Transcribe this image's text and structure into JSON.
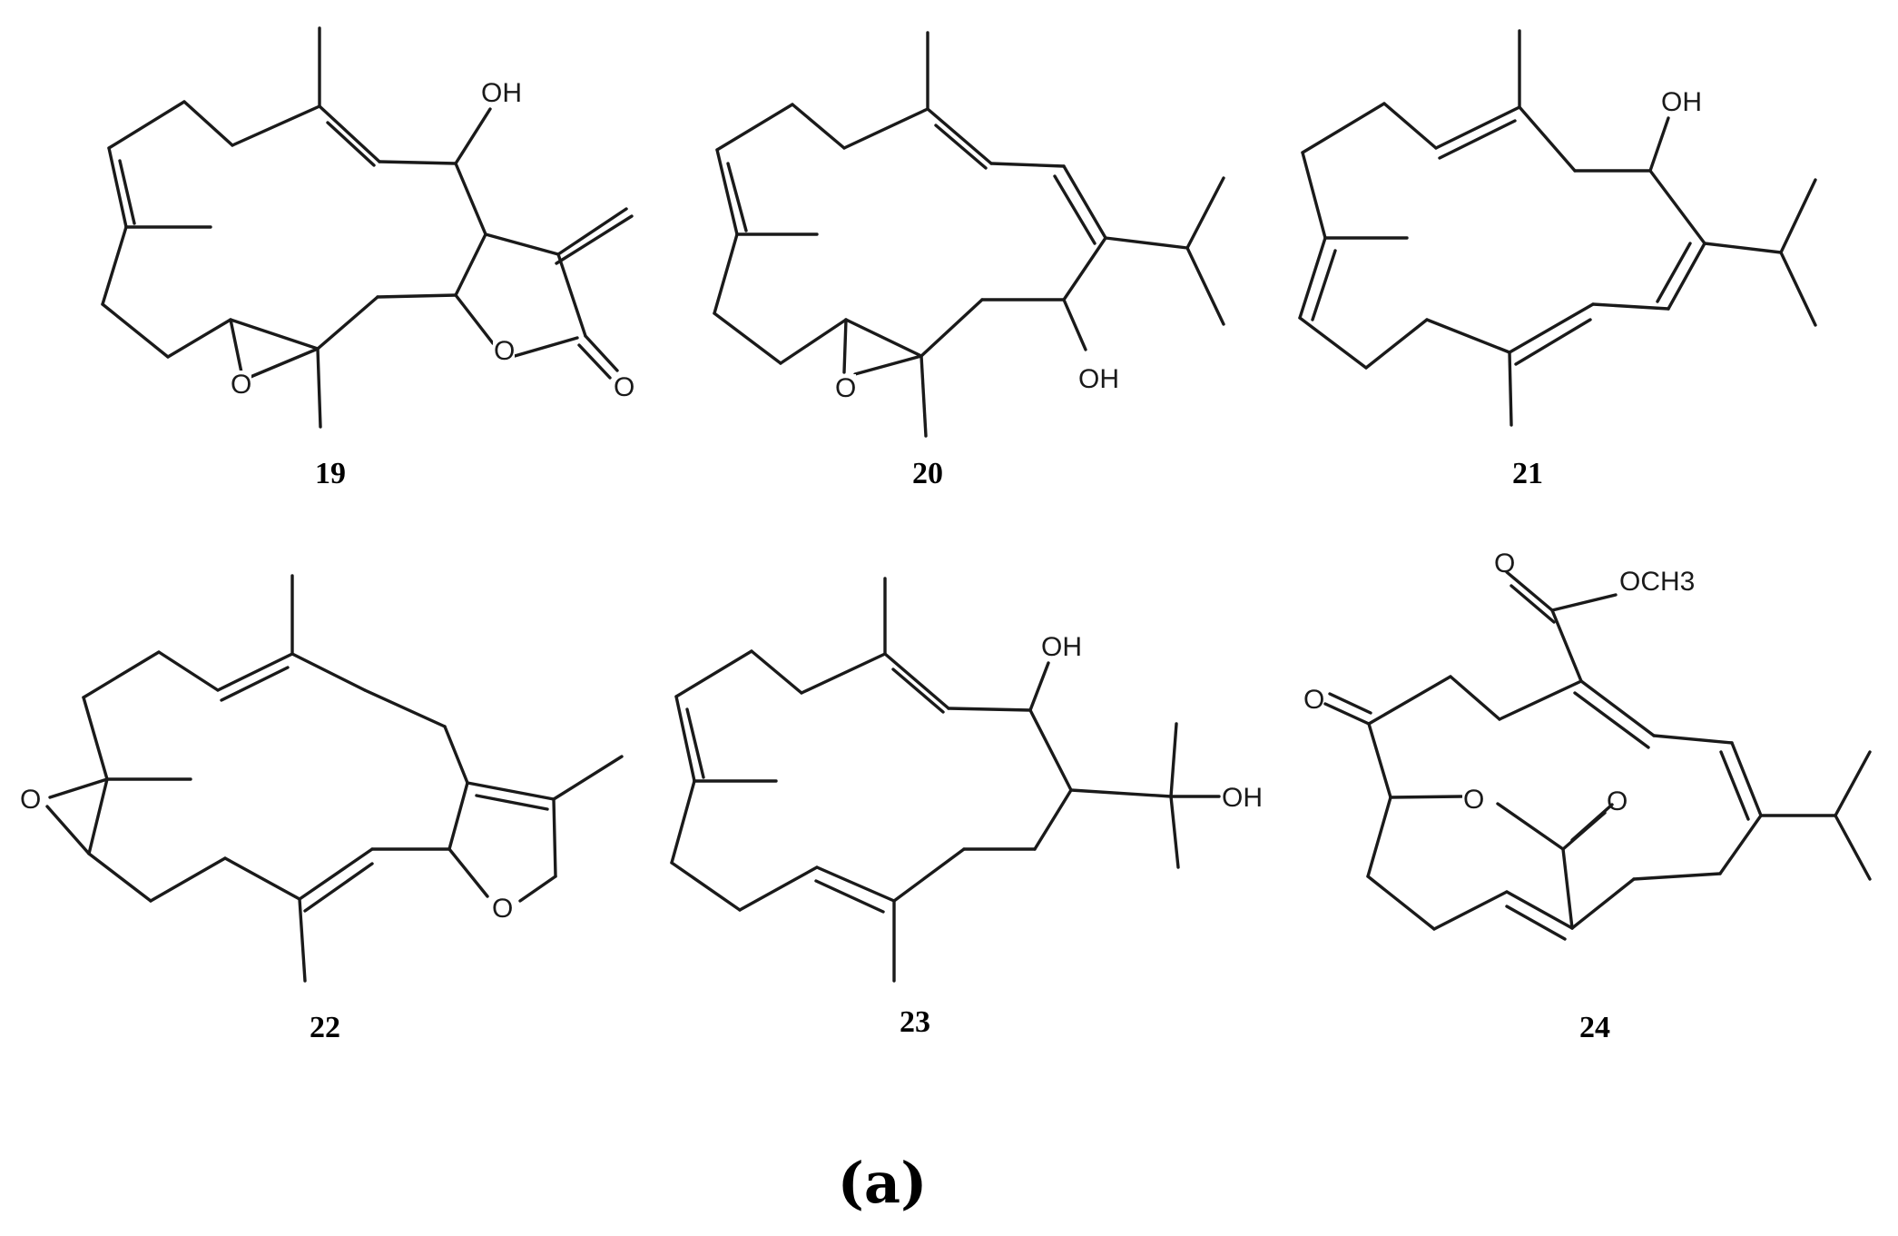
{
  "panel_label": "(a)",
  "compounds": [
    {
      "number": "19",
      "atoms": [
        "OH",
        "O",
        "O",
        "O"
      ]
    },
    {
      "number": "20",
      "atoms": [
        "O",
        "OH"
      ]
    },
    {
      "number": "21",
      "atoms": [
        "OH"
      ]
    },
    {
      "number": "22",
      "atoms": [
        "O",
        "O"
      ]
    },
    {
      "number": "23",
      "atoms": [
        "OH",
        "OH"
      ]
    },
    {
      "number": "24",
      "atoms": [
        "O",
        "OCH3",
        "O",
        "O",
        "O"
      ]
    }
  ]
}
